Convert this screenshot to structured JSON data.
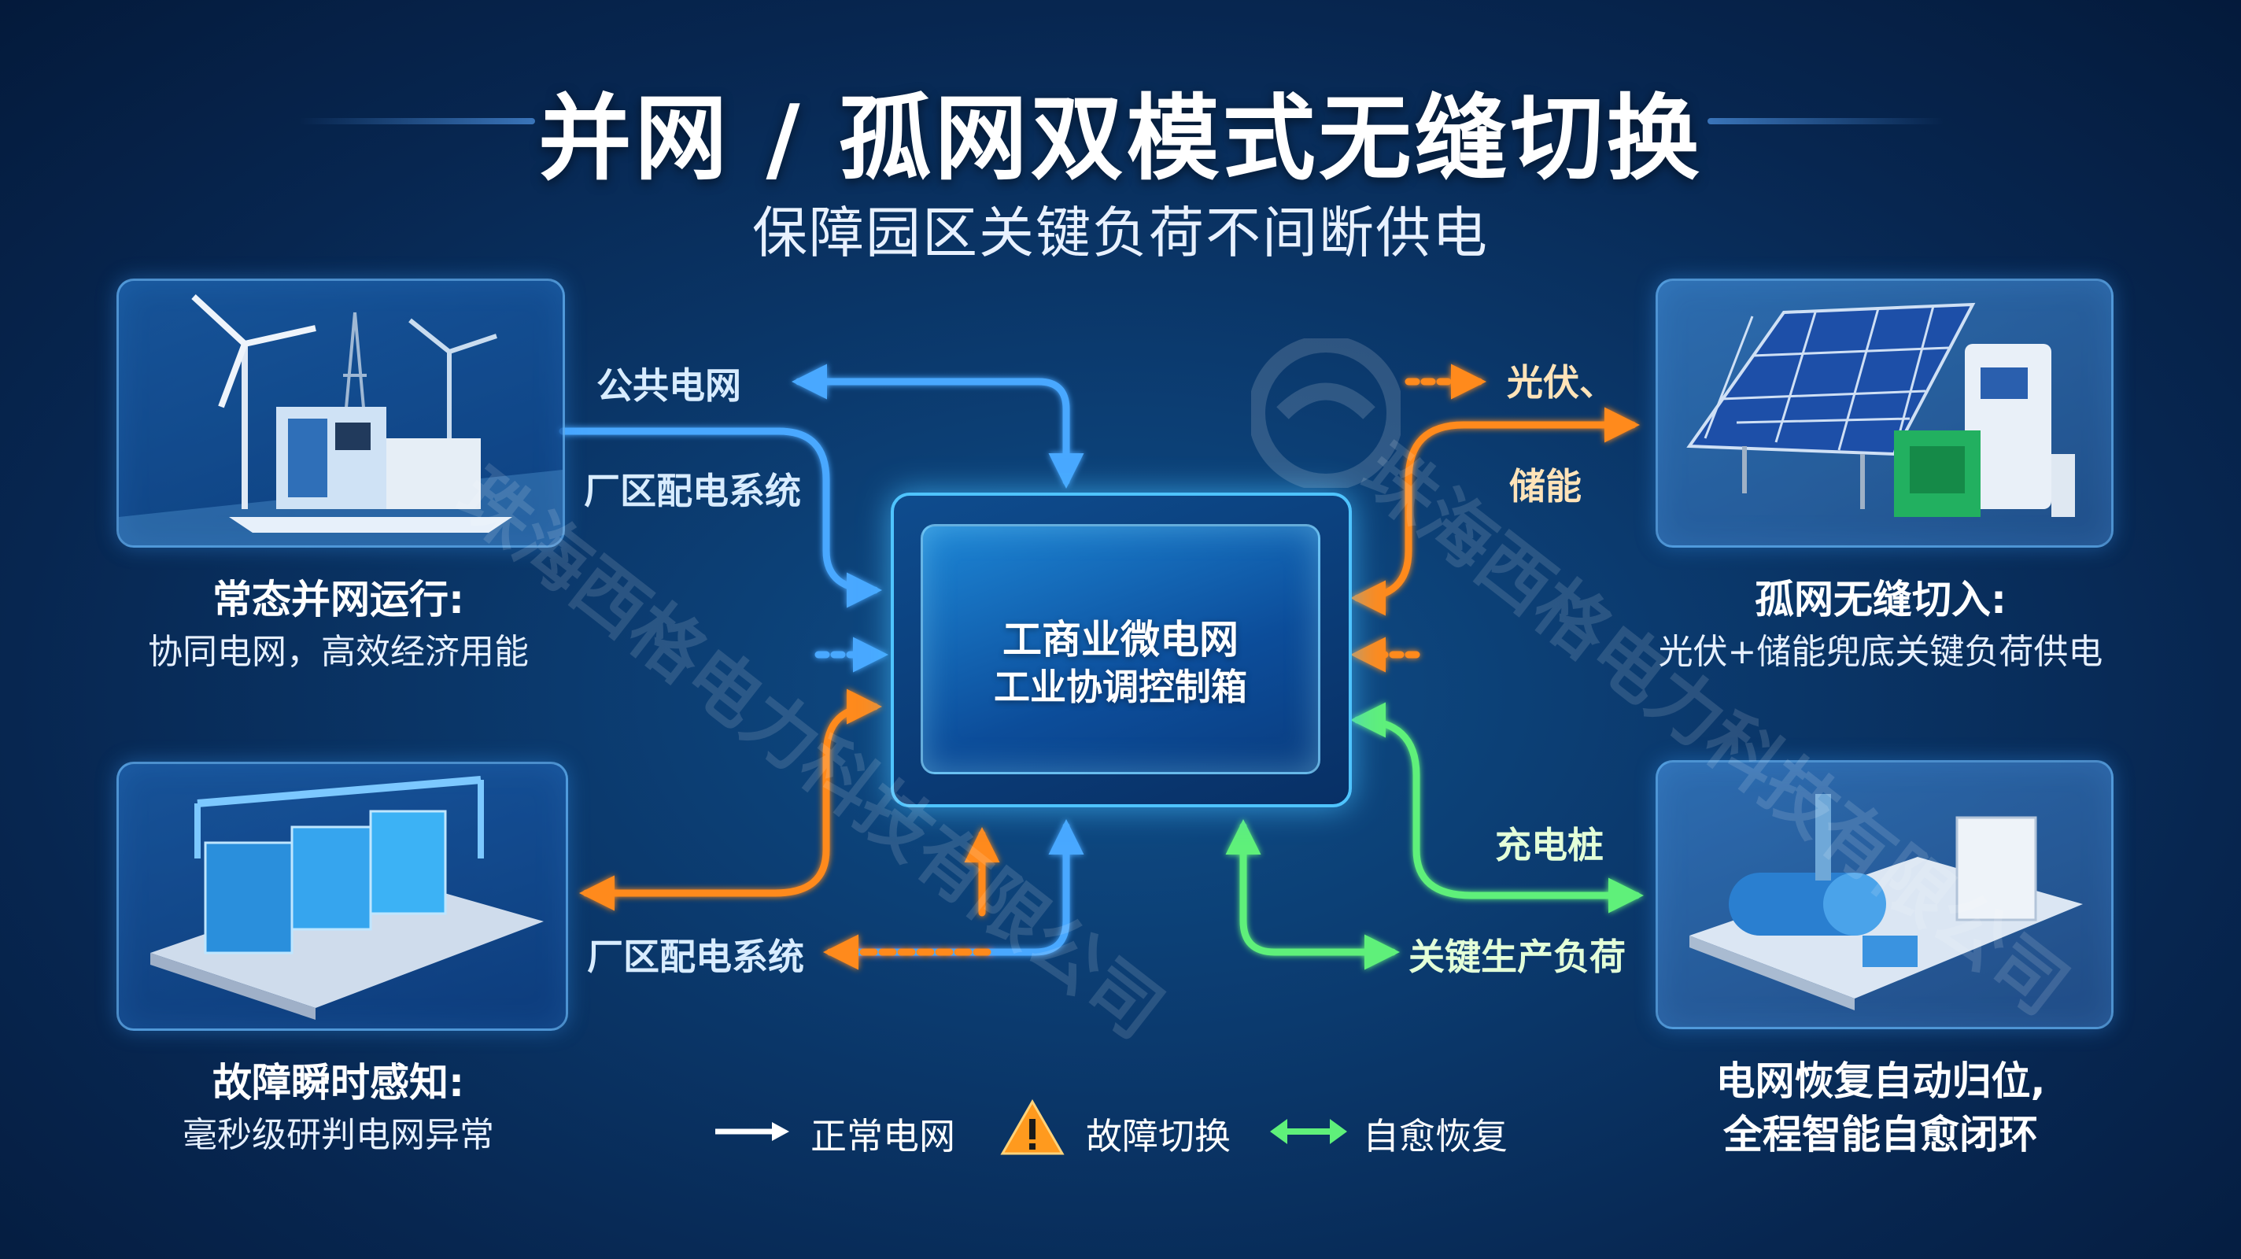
{
  "header": {
    "title": "并网 / 孤网双模式无缝切换",
    "subtitle": "保障园区关键负荷不间断供电"
  },
  "center": {
    "line1": "工商业微电网",
    "line2": "工业协调控制箱"
  },
  "labels": {
    "public_grid": "公共电网",
    "plant_dist_top": "厂区配电系统",
    "pv": "光伏、",
    "storage": "储能",
    "charging": "充电桩",
    "plant_dist_bottom": "厂区配电系统",
    "key_load": "关键生产负荷"
  },
  "cards": {
    "top_left": {
      "title": "常态并网运行:",
      "sub": "协同电网，高效经济用能"
    },
    "top_right": {
      "title": "孤网无缝切入:",
      "sub": "光伏+储能兜底关键负荷供电"
    },
    "bottom_left": {
      "title": "故障瞬时感知:",
      "sub": "毫秒级研判电网异常"
    },
    "bottom_right": {
      "title": "电网恢复自动归位,",
      "sub": "全程智能自愈闭环"
    }
  },
  "legend": {
    "normal": "正常电网",
    "fault": "故障切换",
    "heal": "自愈恢复"
  },
  "watermark": "珠海西格电力科技有限公司",
  "colors": {
    "blue_line": "#4aa8ff",
    "orange_line": "#ff8a1e",
    "green_line": "#5ff07a"
  }
}
